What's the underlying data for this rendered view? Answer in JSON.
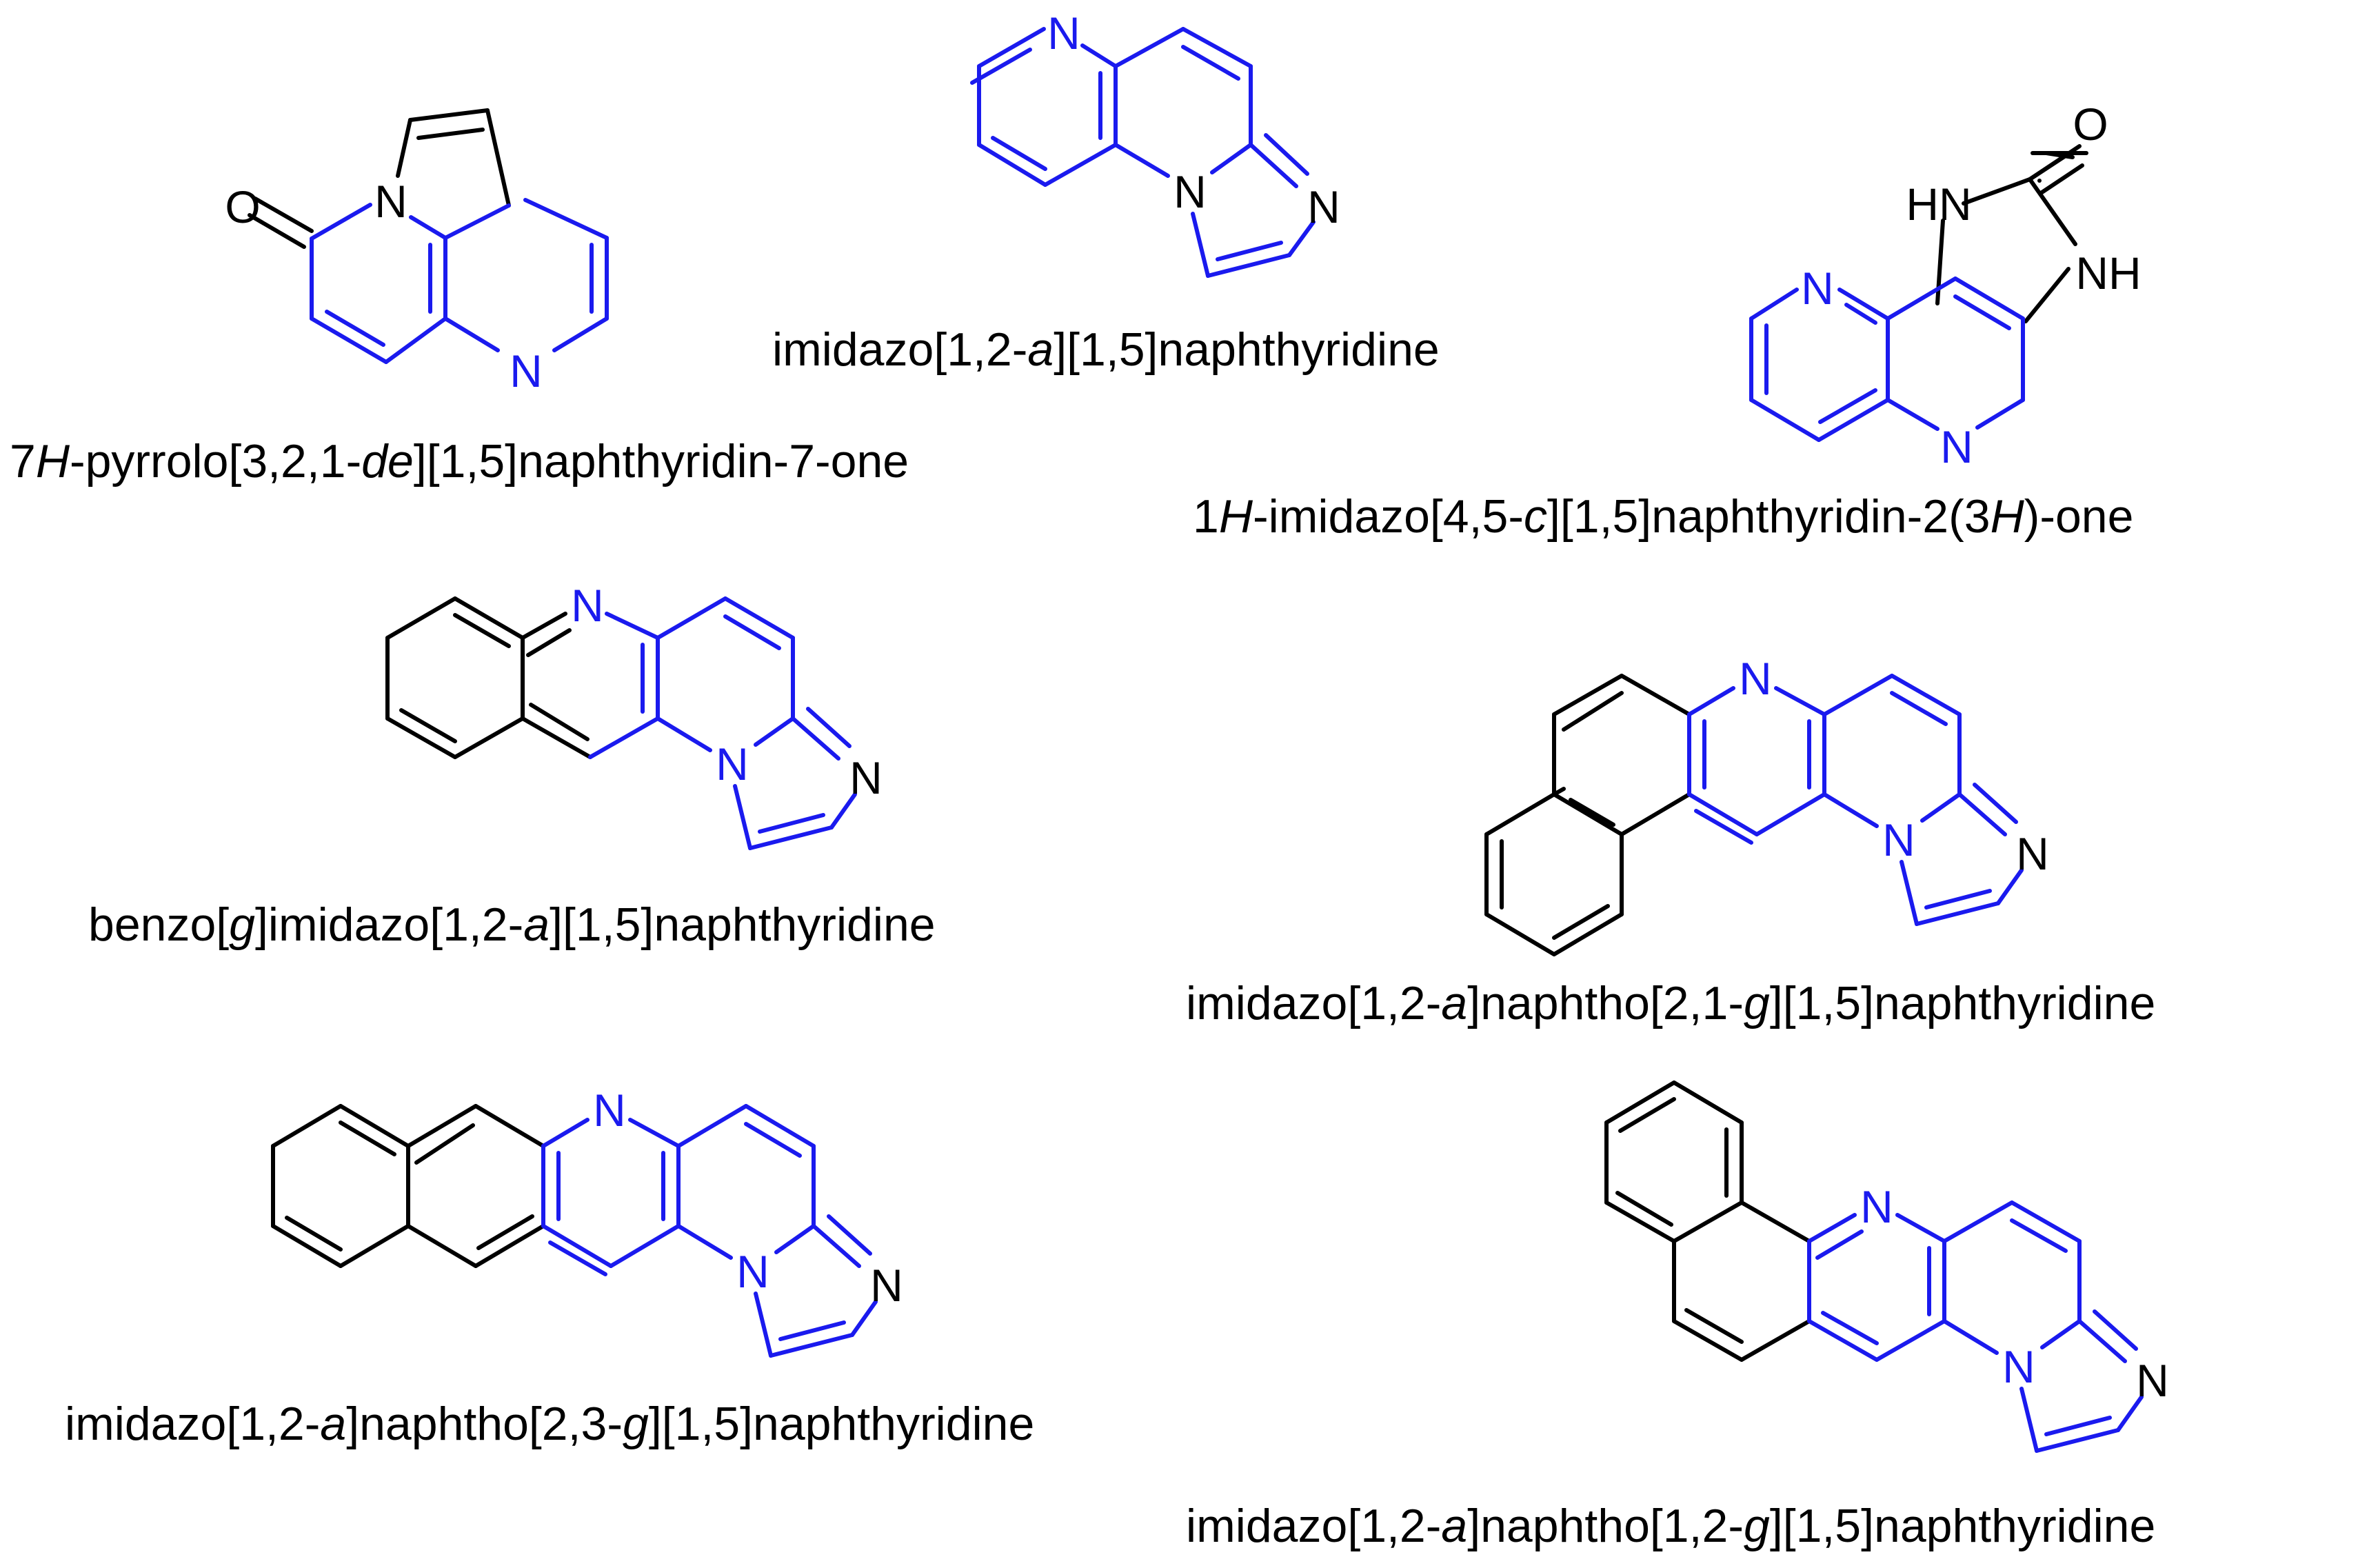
{
  "colors": {
    "core": "#1a1aee",
    "other": "#000000"
  },
  "captions": [
    {
      "id": "c1",
      "text": "7H-pyrrolo[3,2,1-de][1,5]naphthyridin-7-one",
      "parts": [
        "7",
        "H",
        "-pyrrolo[3,2,1-",
        "de",
        "][1,5]naphthyridin-7-one"
      ]
    },
    {
      "id": "c2",
      "text": "imidazo[1,2-a][1,5]naphthyridine",
      "parts": [
        "imidazo[1,2-",
        "a",
        "][1,5]naphthyridine"
      ]
    },
    {
      "id": "c3",
      "text": "1H-imidazo[4,5-c][1,5]naphthyridin-2(3H)-one",
      "parts": [
        "1",
        "H",
        "-imidazo[4,5-",
        "c",
        "][1,5]naphthyridin-2(3",
        "H",
        ")-one"
      ]
    },
    {
      "id": "c4",
      "text": "benzo[g]imidazo[1,2-a][1,5]naphthyridine",
      "parts": [
        "benzo[",
        "g",
        "]imidazo[1,2-",
        "a",
        "][1,5]naphthyridine"
      ]
    },
    {
      "id": "c5",
      "text": "imidazo[1,2-a]naphtho[2,1-g][1,5]naphthyridine",
      "parts": [
        "imidazo[1,2-",
        "a",
        "]naphtho[2,1-",
        "g",
        "][1,5]naphthyridine"
      ]
    },
    {
      "id": "c6",
      "text": "imidazo[1,2-a]naphtho[2,3-g][1,5]naphthyridine",
      "parts": [
        "imidazo[1,2-",
        "a",
        "]naphtho[2,3-",
        "g",
        "][1,5]naphthyridine"
      ]
    },
    {
      "id": "c7",
      "text": "imidazo[1,2-a]naphtho[1,2-g][1,5]naphthyridine",
      "parts": [
        "imidazo[1,2-",
        "a",
        "]naphtho[1,2-",
        "g",
        "][1,5]naphthyridine"
      ]
    }
  ],
  "atom_labels": {
    "N": "N",
    "O": "O",
    "NH": "NH",
    "HN": "HN"
  }
}
